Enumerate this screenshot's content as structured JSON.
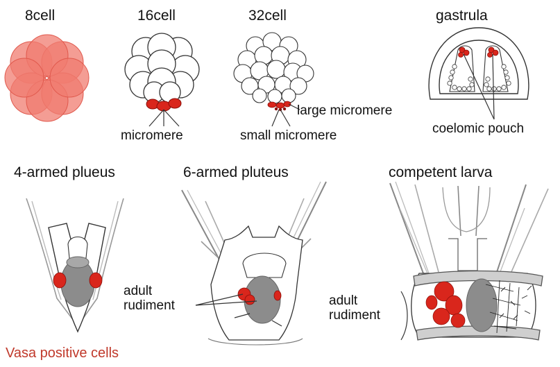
{
  "stages": {
    "cell8": "8cell",
    "cell16": "16cell",
    "cell32": "32cell",
    "gastrula": "gastrula",
    "pluteus4": "4-armed plueus",
    "pluteus6": "6-armed pluteus",
    "competent": "competent larva"
  },
  "annotations": {
    "micromere": "micromere",
    "large_micromere": "large micromere",
    "small_micromere": "small micromere",
    "coelomic_pouch": "coelomic pouch",
    "adult_rudiment_1": "adult\nrudiment",
    "adult_rudiment_2": "adult\nrudiment"
  },
  "legend": {
    "vasa": "Vasa positive cells"
  },
  "colors": {
    "vasa_red": "#d9261c",
    "blastomere_salmon": "#f07c70",
    "gut_gray": "#8c8c8c",
    "outline": "#333333"
  }
}
